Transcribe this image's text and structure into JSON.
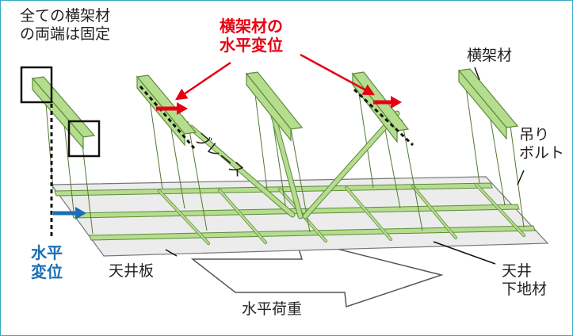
{
  "labels": {
    "fixed_ends": [
      "全ての横架材",
      "の両端は固定"
    ],
    "beam_displacement": [
      "横架材の",
      "水平変位"
    ],
    "beam": "横架材",
    "hanger_bolt": [
      "吊り",
      "ボルト"
    ],
    "brace": "ブレース",
    "ceiling_horizontal_disp": [
      "水平",
      "変位"
    ],
    "ceiling_board": "天井板",
    "ceiling_joist": [
      "天井",
      "下地材"
    ],
    "horizontal_load": "水平荷重"
  },
  "colors": {
    "member_fill": "#b5dd8e",
    "member_stroke": "#5f8a3a",
    "board_fill": "#ececec",
    "accent_red": "#e60012",
    "accent_blue": "#1a6fb5",
    "frame": "#3aa6c4"
  }
}
